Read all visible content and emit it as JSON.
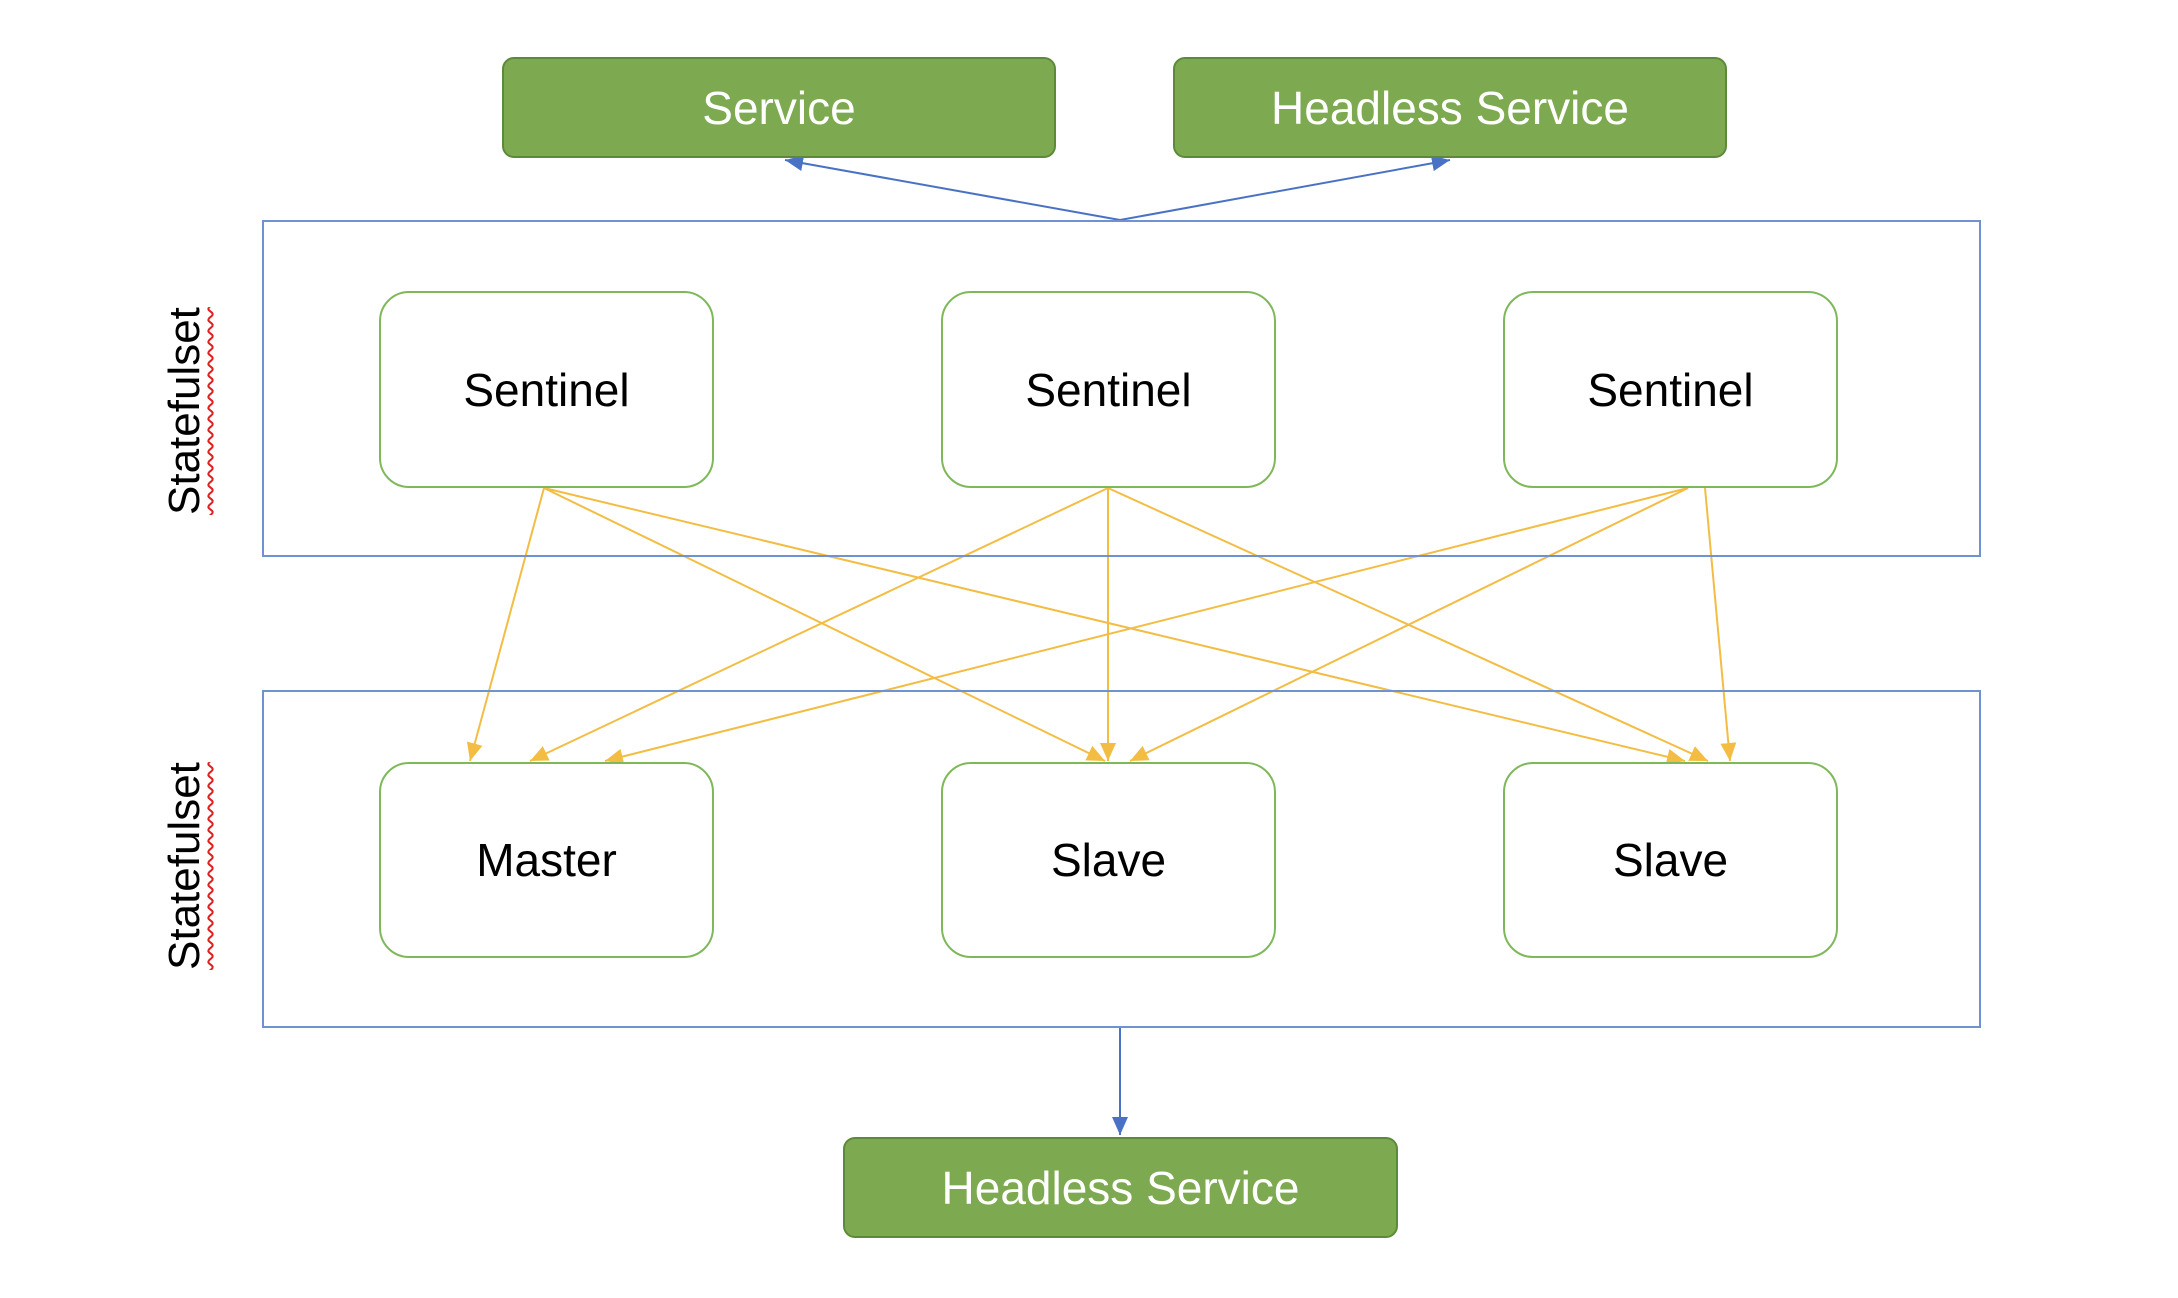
{
  "colors": {
    "service_fill": "#7daa51",
    "group_border": "#6f93d2",
    "node_border": "#7fb85a",
    "sentinel_arrow": "#f3bd44",
    "service_arrow": "#4a72c4"
  },
  "top_services": [
    {
      "label": "Service"
    },
    {
      "label": "Headless Service"
    }
  ],
  "sentinel_group": {
    "side_label": "Statefulset",
    "nodes": [
      {
        "label": "Sentinel"
      },
      {
        "label": "Sentinel"
      },
      {
        "label": "Sentinel"
      }
    ]
  },
  "data_group": {
    "side_label": "Statefulset",
    "nodes": [
      {
        "label": "Master"
      },
      {
        "label": "Slave"
      },
      {
        "label": "Slave"
      }
    ]
  },
  "bottom_service": {
    "label": "Headless Service"
  }
}
